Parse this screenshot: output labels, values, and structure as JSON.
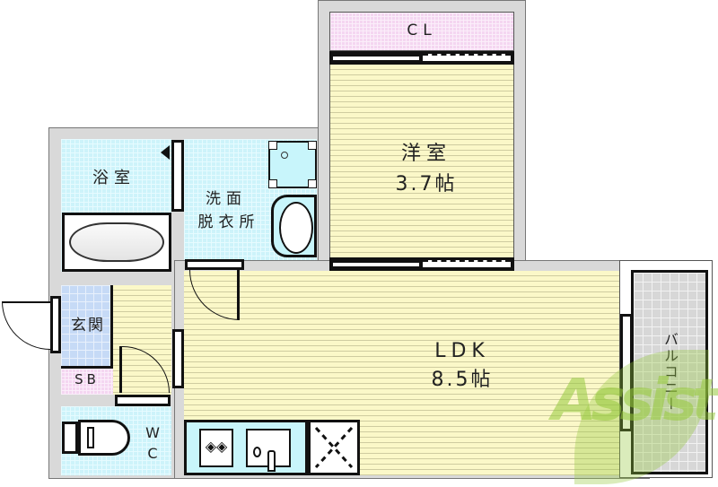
{
  "floorplan": {
    "rooms": {
      "closet": {
        "label": "CL"
      },
      "western_room": {
        "name": "洋室",
        "size": "3.7帖"
      },
      "bathroom": {
        "label": "浴室"
      },
      "washroom": {
        "line1": "洗面",
        "line2": "脱衣所"
      },
      "entrance": {
        "label": "玄関"
      },
      "shoe_box": {
        "label": "SB"
      },
      "toilet": {
        "line1": "W",
        "line2": "C"
      },
      "ldk": {
        "name": "LDK",
        "size": "8.5帖"
      },
      "balcony": {
        "label": "バルコニー"
      }
    },
    "watermark": {
      "text": "Assist"
    },
    "colors": {
      "wood_floor": "#fbf8c8",
      "tile_blue": "#cdf3fa",
      "entrance_blue": "#c6daf6",
      "storage_pink": "#f4d6f1",
      "wall_gray": "#d9d9d9",
      "balcony_gray": "#d7d7d7",
      "watermark_green": "#96c83c"
    }
  }
}
